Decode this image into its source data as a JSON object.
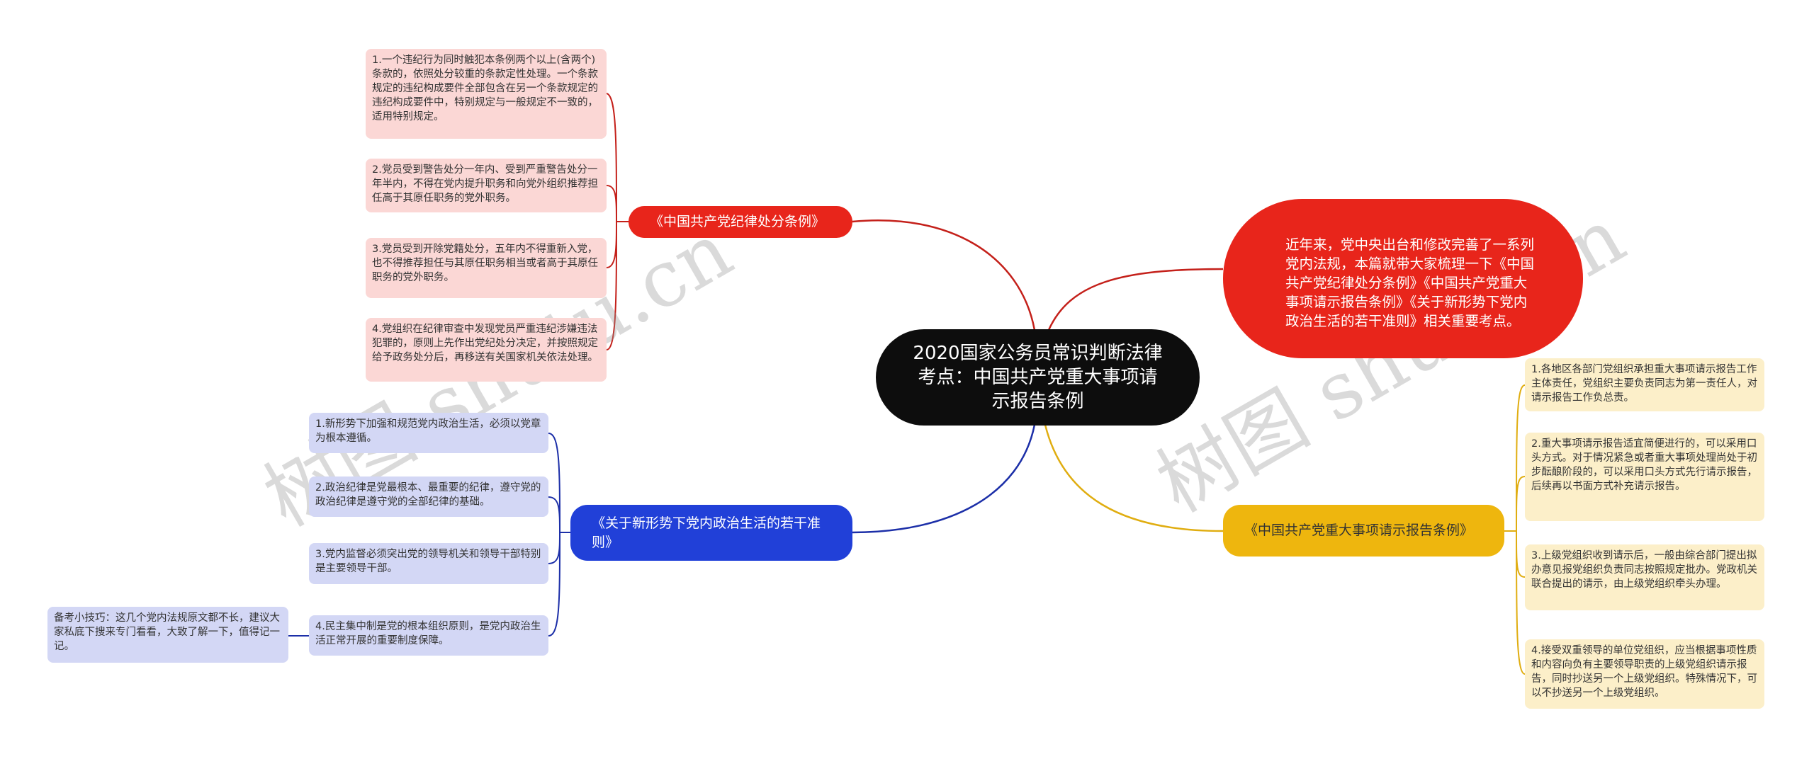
{
  "center": {
    "title": "2020国家公务员常识判断法律考点：中国共产党重大事项请示报告条例"
  },
  "intro": {
    "text": "近年来，党中央出台和修改完善了一系列党内法规，本篇就带大家梳理一下《中国共产党纪律处分条例》《中国共产党重大事项请示报告条例》《关于新形势下党内政治生活的若干准则》相关重要考点。"
  },
  "branches": {
    "discipline": {
      "label": "《中国共产党纪律处分条例》",
      "items": [
        "1.一个违纪行为同时触犯本条例两个以上(含两个)条款的，依照处分较重的条款定性处理。一个条款规定的违纪构成要件全部包含在另一个条款规定的违纪构成要件中，特别规定与一般规定不一致的，适用特别规定。",
        "2.党员受到警告处分一年内、受到严重警告处分一年半内，不得在党内提升职务和向党外组织推荐担任高于其原任职务的党外职务。",
        "3.党员受到开除党籍处分，五年内不得重新入党，也不得推荐担任与其原任职务相当或者高于其原任职务的党外职务。",
        "4.党组织在纪律审查中发现党员严重违纪涉嫌违法犯罪的，原则上先作出党纪处分决定，并按照规定给予政务处分后，再移送有关国家机关依法处理。"
      ]
    },
    "political_life": {
      "label": "《关于新形势下党内政治生活的若干准则》",
      "items": [
        "1.新形势下加强和规范党内政治生活，必须以党章为根本遵循。",
        "2.政治纪律是党最根本、最重要的纪律，遵守党的政治纪律是遵守党的全部纪律的基础。",
        "3.党内监督必须突出党的领导机关和领导干部特别是主要领导干部。",
        "4.民主集中制是党的根本组织原则，是党内政治生活正常开展的重要制度保障。"
      ],
      "note": "备考小技巧：这几个党内法规原文都不长，建议大家私底下搜来专门看看，大致了解一下，值得记一记。"
    },
    "reporting": {
      "label": "《中国共产党重大事项请示报告条例》",
      "items": [
        "1.各地区各部门党组织承担重大事项请示报告工作主体责任，党组织主要负责同志为第一责任人，对请示报告工作负总责。",
        "2.重大事项请示报告适宜简便进行的，可以采用口头方式。对于情况紧急或者重大事项处理尚处于初步酝酿阶段的，可以采用口头方式先行请示报告，后续再以书面方式补充请示报告。",
        "3.上级党组织收到请示后，一般由综合部门提出拟办意见报党组织负责同志按照规定批办。党政机关联合提出的请示，由上级党组织牵头办理。",
        "4.接受双重领导的单位党组织，应当根据事项性质和内容向负有主要领导职责的上级党组织请示报告，同时抄送另一个上级党组织。特殊情况下，可以不抄送另一个上级党组织。"
      ]
    }
  },
  "watermark": "树图 shutu.cn",
  "colors": {
    "red": "#e8251b",
    "blue": "#2140d8",
    "yellow": "#eeb60e",
    "center": "#0d0d0d"
  }
}
